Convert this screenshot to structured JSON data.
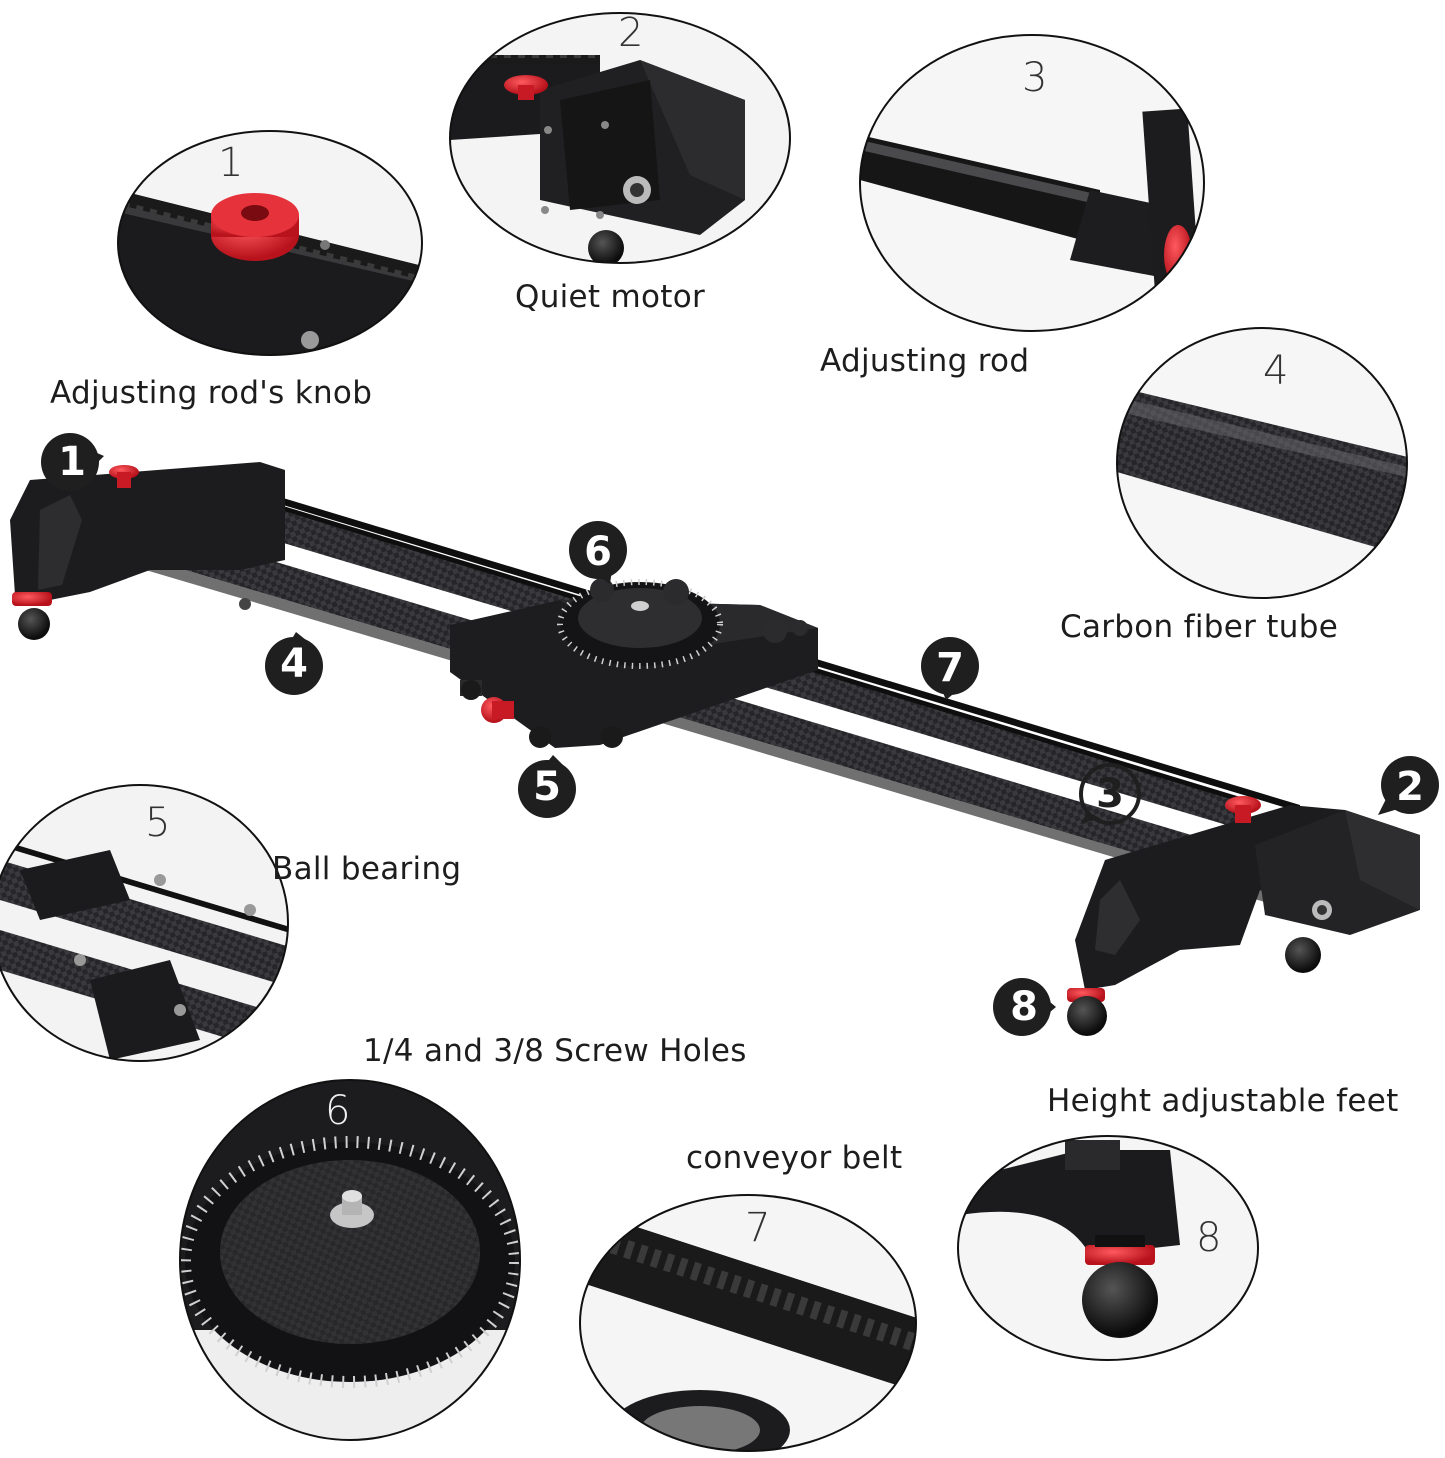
{
  "callouts": [
    {
      "number": "1",
      "caption": "Adjusting rod's knob"
    },
    {
      "number": "2",
      "caption": "Quiet motor"
    },
    {
      "number": "3",
      "caption": "Adjusting rod"
    },
    {
      "number": "4",
      "caption": "Carbon fiber tube"
    },
    {
      "number": "5",
      "caption": "Ball bearing"
    },
    {
      "number": "6",
      "caption": "1/4 and 3/8 Screw Holes"
    },
    {
      "number": "7",
      "caption": "conveyor belt"
    },
    {
      "number": "8",
      "caption": "Height adjustable feet"
    }
  ],
  "markers": [
    "1",
    "2",
    "3",
    "4",
    "5",
    "6",
    "7",
    "8"
  ],
  "colors": {
    "knob_red": "#d8202a",
    "metal_black": "#1c1c1e",
    "carbon": "#2a2a2c",
    "marker_fill": "#1f1f1f"
  }
}
